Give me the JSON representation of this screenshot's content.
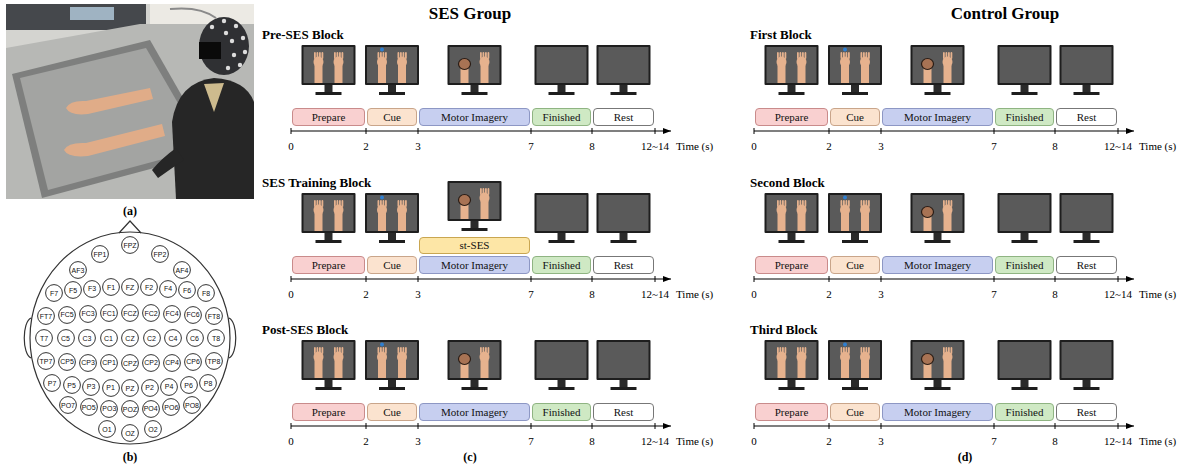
{
  "diagram": {
    "nodes": [
      {
        "text": [
          "FP1"
        ]
      },
      {
        "text": [
          "FPZ"
        ]
      },
      {
        "text": [
          "FP2"
        ]
      },
      {
        "text": [
          "AF3"
        ]
      },
      {
        "text": [
          "AF4"
        ]
      },
      {
        "text": [
          "F7"
        ]
      },
      {
        "text": [
          "F5"
        ]
      },
      {
        "text": [
          "F3"
        ]
      },
      {
        "text": [
          "F1"
        ]
      },
      {
        "text": [
          "FZ"
        ]
      },
      {
        "text": [
          "F2"
        ]
      },
      {
        "text": [
          "F4"
        ]
      },
      {
        "text": [
          "F6"
        ]
      },
      {
        "text": [
          "F8"
        ]
      },
      {
        "text": [
          "FT7"
        ]
      },
      {
        "text": [
          "FC5"
        ]
      },
      {
        "text": [
          "FC3"
        ]
      },
      {
        "text": [
          "FC1"
        ]
      },
      {
        "text": [
          "FCZ"
        ]
      },
      {
        "text": [
          "FC2"
        ]
      },
      {
        "text": [
          "FC4"
        ]
      },
      {
        "text": [
          "FC6"
        ]
      },
      {
        "text": [
          "FT8"
        ]
      },
      {
        "text": [
          "T7"
        ]
      },
      {
        "text": [
          "C5"
        ]
      },
      {
        "text": [
          "C3"
        ]
      },
      {
        "text": [
          "C1"
        ]
      },
      {
        "text": [
          "CZ"
        ]
      },
      {
        "text": [
          "C2"
        ]
      },
      {
        "text": [
          "C4"
        ]
      },
      {
        "text": [
          "C6"
        ]
      },
      {
        "text": [
          "T8"
        ]
      },
      {
        "text": [
          "TP7"
        ]
      },
      {
        "text": [
          "CP5"
        ]
      },
      {
        "text": [
          "CP3"
        ]
      },
      {
        "text": [
          "CP1"
        ]
      },
      {
        "text": [
          "CPZ"
        ]
      },
      {
        "text": [
          "CP2"
        ]
      },
      {
        "text": [
          "CP4"
        ]
      },
      {
        "text": [
          "CP6"
        ]
      },
      {
        "text": [
          "TP8"
        ]
      },
      {
        "text": [
          "P7"
        ]
      },
      {
        "text": [
          "P5"
        ]
      },
      {
        "text": [
          "P3"
        ]
      },
      {
        "text": [
          "P1"
        ]
      },
      {
        "text": [
          "PZ"
        ]
      },
      {
        "text": [
          "P2"
        ]
      },
      {
        "text": [
          "P4"
        ]
      },
      {
        "text": [
          "P6"
        ]
      },
      {
        "text": [
          "P8"
        ]
      },
      {
        "text": [
          "PO7"
        ]
      },
      {
        "text": [
          "PO5"
        ]
      },
      {
        "text": [
          "PO3"
        ]
      },
      {
        "text": [
          "POZ"
        ]
      },
      {
        "text": [
          "PO4"
        ]
      },
      {
        "text": [
          "PO6"
        ]
      },
      {
        "text": [
          "PO8"
        ]
      },
      {
        "text": [
          "O1"
        ]
      },
      {
        "text": [
          "OZ"
        ]
      },
      {
        "text": [
          "O2"
        ]
      },
      {
        "text": [
          "Prepare"
        ]
      },
      {
        "text": [
          "Cue"
        ]
      },
      {
        "text": [
          "Motor Imagery"
        ]
      },
      {
        "text": [
          "Finished"
        ]
      },
      {
        "text": [
          "Rest"
        ]
      },
      {
        "text": [
          "st-SES"
        ]
      },
      {
        "text": [
          "Prepare"
        ]
      },
      {
        "text": [
          "Cue"
        ]
      },
      {
        "text": [
          "Motor Imagery"
        ]
      },
      {
        "text": [
          "Finished"
        ]
      },
      {
        "text": [
          "Rest"
        ]
      },
      {
        "text": [
          "Prepare"
        ]
      },
      {
        "text": [
          "Cue"
        ]
      },
      {
        "text": [
          "Motor Imagery"
        ]
      },
      {
        "text": [
          "Finished"
        ]
      },
      {
        "text": [
          "Rest"
        ]
      },
      {
        "text": [
          "Prepare"
        ]
      },
      {
        "text": [
          "Cue"
        ]
      },
      {
        "text": [
          "Motor Imagery"
        ]
      },
      {
        "text": [
          "Finished"
        ]
      },
      {
        "text": [
          "Rest"
        ]
      },
      {
        "text": [
          "Prepare"
        ]
      },
      {
        "text": [
          "Cue"
        ]
      },
      {
        "text": [
          "Motor Imagery"
        ]
      },
      {
        "text": [
          "Finished"
        ]
      },
      {
        "text": [
          "Rest"
        ]
      },
      {
        "text": [
          "Prepare"
        ]
      },
      {
        "text": [
          "Cue"
        ]
      },
      {
        "text": [
          "Motor Imagery"
        ]
      },
      {
        "text": [
          "Finished"
        ]
      },
      {
        "text": [
          "Rest"
        ]
      }
    ],
    "edges": [],
    "labels": [
      "(a)",
      "(b)",
      "SES Group",
      "Pre-SES Block",
      "0",
      "2",
      "3",
      "7",
      "8",
      "12~14",
      "Time (s)",
      "SES Training Block",
      "0",
      "2",
      "3",
      "7",
      "8",
      "12~14",
      "Time (s)",
      "Post-SES Block",
      "0",
      "2",
      "3",
      "7",
      "8",
      "12~14",
      "Time (s)",
      "(c)",
      "Control Group",
      "First Block",
      "0",
      "2",
      "3",
      "7",
      "8",
      "12~14",
      "Time (s)",
      "Second Block",
      "0",
      "2",
      "3",
      "7",
      "8",
      "12~14",
      "Time (s)",
      "Third Block",
      "0",
      "2",
      "3",
      "7",
      "8",
      "12~14",
      "Time (s)",
      "(d)"
    ]
  }
}
